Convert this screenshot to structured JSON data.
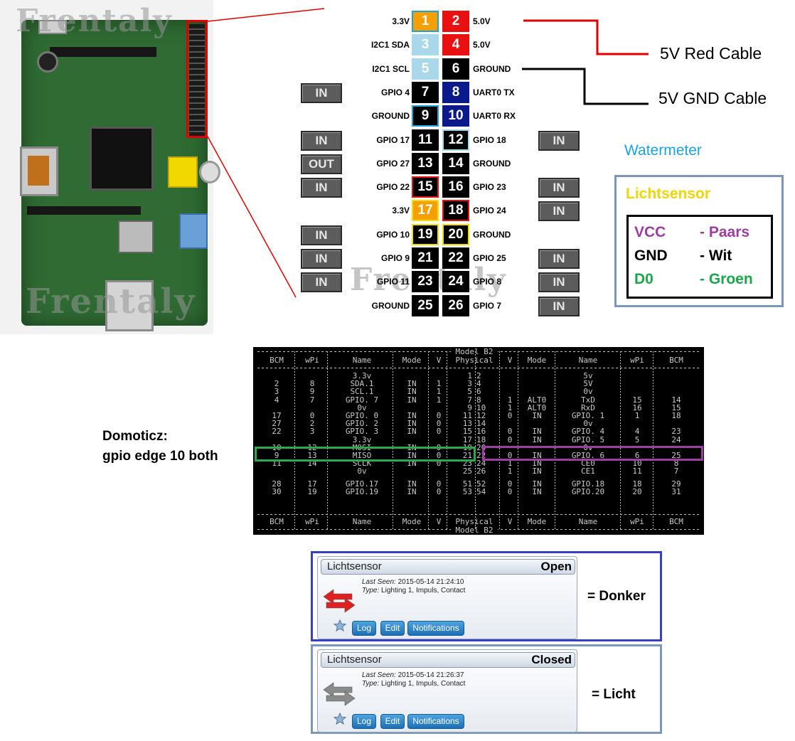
{
  "watermarks": [
    "Frentaly",
    "Frentaly",
    "Frentaly"
  ],
  "cables": {
    "red": "5V Red Cable",
    "gnd": "5V GND Cable"
  },
  "pins": [
    {
      "l_label": "3.3V",
      "l_num": "1",
      "l_color": "#f5a000",
      "l_border": "#1aa3e0",
      "r_num": "2",
      "r_color": "#e81010",
      "r_border": "",
      "r_label": "5.0V",
      "l_io": "",
      "r_io": ""
    },
    {
      "l_label": "I2C1 SDA",
      "l_num": "3",
      "l_color": "#a8d8ea",
      "l_border": "",
      "r_num": "4",
      "r_color": "#e81010",
      "r_border": "",
      "r_label": "5.0V",
      "l_io": "",
      "r_io": ""
    },
    {
      "l_label": "I2C1 SCL",
      "l_num": "5",
      "l_color": "#a8d8ea",
      "l_border": "",
      "r_num": "6",
      "r_color": "#000000",
      "r_border": "",
      "r_label": "GROUND",
      "l_io": "",
      "r_io": ""
    },
    {
      "l_label": "GPIO 4",
      "l_num": "7",
      "l_color": "#000000",
      "l_border": "",
      "r_num": "8",
      "r_color": "#0a1a8a",
      "r_border": "",
      "r_label": "UART0 TX",
      "l_io": "IN",
      "r_io": ""
    },
    {
      "l_label": "GROUND",
      "l_num": "9",
      "l_color": "#000000",
      "l_border": "#1aa3e0",
      "r_num": "10",
      "r_color": "#0a1a8a",
      "r_border": "",
      "r_label": "UART0 RX",
      "l_io": "",
      "r_io": ""
    },
    {
      "l_label": "GPIO 17",
      "l_num": "11",
      "l_color": "#000000",
      "l_border": "",
      "r_num": "12",
      "r_color": "#000000",
      "r_border": "#a8d8ea",
      "r_label": "GPIO 18",
      "l_io": "IN",
      "r_io": "IN"
    },
    {
      "l_label": "GPIO 27",
      "l_num": "13",
      "l_color": "#000000",
      "l_border": "",
      "r_num": "14",
      "r_color": "#000000",
      "r_border": "",
      "r_label": "GROUND",
      "l_io": "OUT",
      "r_io": ""
    },
    {
      "l_label": "GPIO 22",
      "l_num": "15",
      "l_color": "#000000",
      "l_border": "#e81010",
      "r_num": "16",
      "r_color": "#000000",
      "r_border": "",
      "r_label": "GPIO 23",
      "l_io": "IN",
      "r_io": "IN"
    },
    {
      "l_label": "3.3V",
      "l_num": "17",
      "l_color": "#f5a000",
      "l_border": "#f0e000",
      "r_num": "18",
      "r_color": "#000000",
      "r_border": "#e81010",
      "r_label": "GPIO 24",
      "l_io": "",
      "r_io": "IN"
    },
    {
      "l_label": "GPIO 10",
      "l_num": "19",
      "l_color": "#000000",
      "l_border": "#f0e000",
      "r_num": "20",
      "r_color": "#000000",
      "r_border": "#f0e000",
      "r_label": "GROUND",
      "l_io": "IN",
      "r_io": ""
    },
    {
      "l_label": "GPIO 9",
      "l_num": "21",
      "l_color": "#000000",
      "l_border": "",
      "r_num": "22",
      "r_color": "#000000",
      "r_border": "",
      "r_label": "GPIO 25",
      "l_io": "IN",
      "r_io": "IN"
    },
    {
      "l_label": "GPIO 11",
      "l_num": "23",
      "l_color": "#000000",
      "l_border": "",
      "r_num": "24",
      "r_color": "#000000",
      "r_border": "",
      "r_label": "GPIO 8",
      "l_io": "IN",
      "r_io": "IN"
    },
    {
      "l_label": "GROUND",
      "l_num": "25",
      "l_color": "#000000",
      "l_border": "",
      "r_num": "26",
      "r_color": "#000000",
      "r_border": "",
      "r_label": "GPIO 7",
      "l_io": "",
      "r_io": "IN"
    }
  ],
  "legend": {
    "watermeter": "Watermeter",
    "title": "Lichtsensor",
    "rows": [
      {
        "pin": "VCC",
        "wire": "- Paars",
        "color": "#9b3ea0"
      },
      {
        "pin": "GND",
        "wire": "- Wit",
        "color": "#000000"
      },
      {
        "pin": "D0",
        "wire": "- Groen",
        "color": "#1aa84a"
      }
    ]
  },
  "domoticz_note": [
    "Domoticz:",
    "gpio edge 10 both"
  ],
  "readall": {
    "title": "Model B2",
    "headers": [
      "BCM",
      "wPi",
      "Name",
      "Mode",
      "V",
      "Physical",
      "V",
      "Mode",
      "Name",
      "wPi",
      "BCM"
    ],
    "rows": [
      [
        "",
        "",
        "3.3v",
        "",
        "",
        "1",
        "2",
        "",
        "",
        "5v",
        "",
        ""
      ],
      [
        "2",
        "8",
        "SDA.1",
        "IN",
        "1",
        "3",
        "4",
        "",
        "",
        "5V",
        "",
        ""
      ],
      [
        "3",
        "9",
        "SCL.1",
        "IN",
        "1",
        "5",
        "6",
        "",
        "",
        "0v",
        "",
        ""
      ],
      [
        "4",
        "7",
        "GPIO. 7",
        "IN",
        "1",
        "7",
        "8",
        "1",
        "ALT0",
        "TxD",
        "15",
        "14"
      ],
      [
        "",
        "",
        "0v",
        "",
        "",
        "9",
        "10",
        "1",
        "ALT0",
        "RxD",
        "16",
        "15"
      ],
      [
        "17",
        "0",
        "GPIO. 0",
        "IN",
        "0",
        "11",
        "12",
        "0",
        "IN",
        "GPIO. 1",
        "1",
        "18"
      ],
      [
        "27",
        "2",
        "GPIO. 2",
        "IN",
        "0",
        "13",
        "14",
        "",
        "",
        "0v",
        "",
        ""
      ],
      [
        "22",
        "3",
        "GPIO. 3",
        "IN",
        "0",
        "15",
        "16",
        "0",
        "IN",
        "GPIO. 4",
        "4",
        "23"
      ],
      [
        "",
        "",
        "3.3v",
        "",
        "",
        "17",
        "18",
        "0",
        "IN",
        "GPIO. 5",
        "5",
        "24"
      ],
      [
        "10",
        "12",
        "MOSI",
        "IN",
        "0",
        "19",
        "20",
        "",
        "",
        "0v",
        "",
        ""
      ],
      [
        "9",
        "13",
        "MISO",
        "IN",
        "0",
        "21",
        "22",
        "0",
        "IN",
        "GPIO. 6",
        "6",
        "25"
      ],
      [
        "11",
        "14",
        "SCLK",
        "IN",
        "0",
        "23",
        "24",
        "1",
        "IN",
        "CE0",
        "10",
        "8"
      ],
      [
        "",
        "",
        "0v",
        "",
        "",
        "25",
        "26",
        "1",
        "IN",
        "CE1",
        "11",
        "7"
      ],
      [
        "28",
        "17",
        "GPIO.17",
        "IN",
        "0",
        "51",
        "52",
        "0",
        "IN",
        "GPIO.18",
        "18",
        "29"
      ],
      [
        "30",
        "19",
        "GPIO.19",
        "IN",
        "0",
        "53",
        "54",
        "0",
        "IN",
        "GPIO.20",
        "20",
        "31"
      ]
    ]
  },
  "widgets": [
    {
      "name": "Lichtsensor",
      "status": "Open",
      "last_seen_label": "Last Seen:",
      "last_seen": "2015-05-14 21:24:10",
      "type_label": "Type:",
      "type": "Lighting 1, Impuls, Contact",
      "buttons": [
        "Log",
        "Edit",
        "Notifications"
      ],
      "result": "= Donker",
      "frame_color": "#3a3fc2",
      "icon_color": "#e02020"
    },
    {
      "name": "Lichtsensor",
      "status": "Closed",
      "last_seen_label": "Last Seen:",
      "last_seen": "2015-05-14 21:26:37",
      "type_label": "Type:",
      "type": "Lighting 1, Impuls, Contact",
      "buttons": [
        "Log",
        "Edit",
        "Notifications"
      ],
      "result": "= Licht",
      "frame_color": "#7a96b8",
      "icon_color": "#8a8a8a"
    }
  ]
}
